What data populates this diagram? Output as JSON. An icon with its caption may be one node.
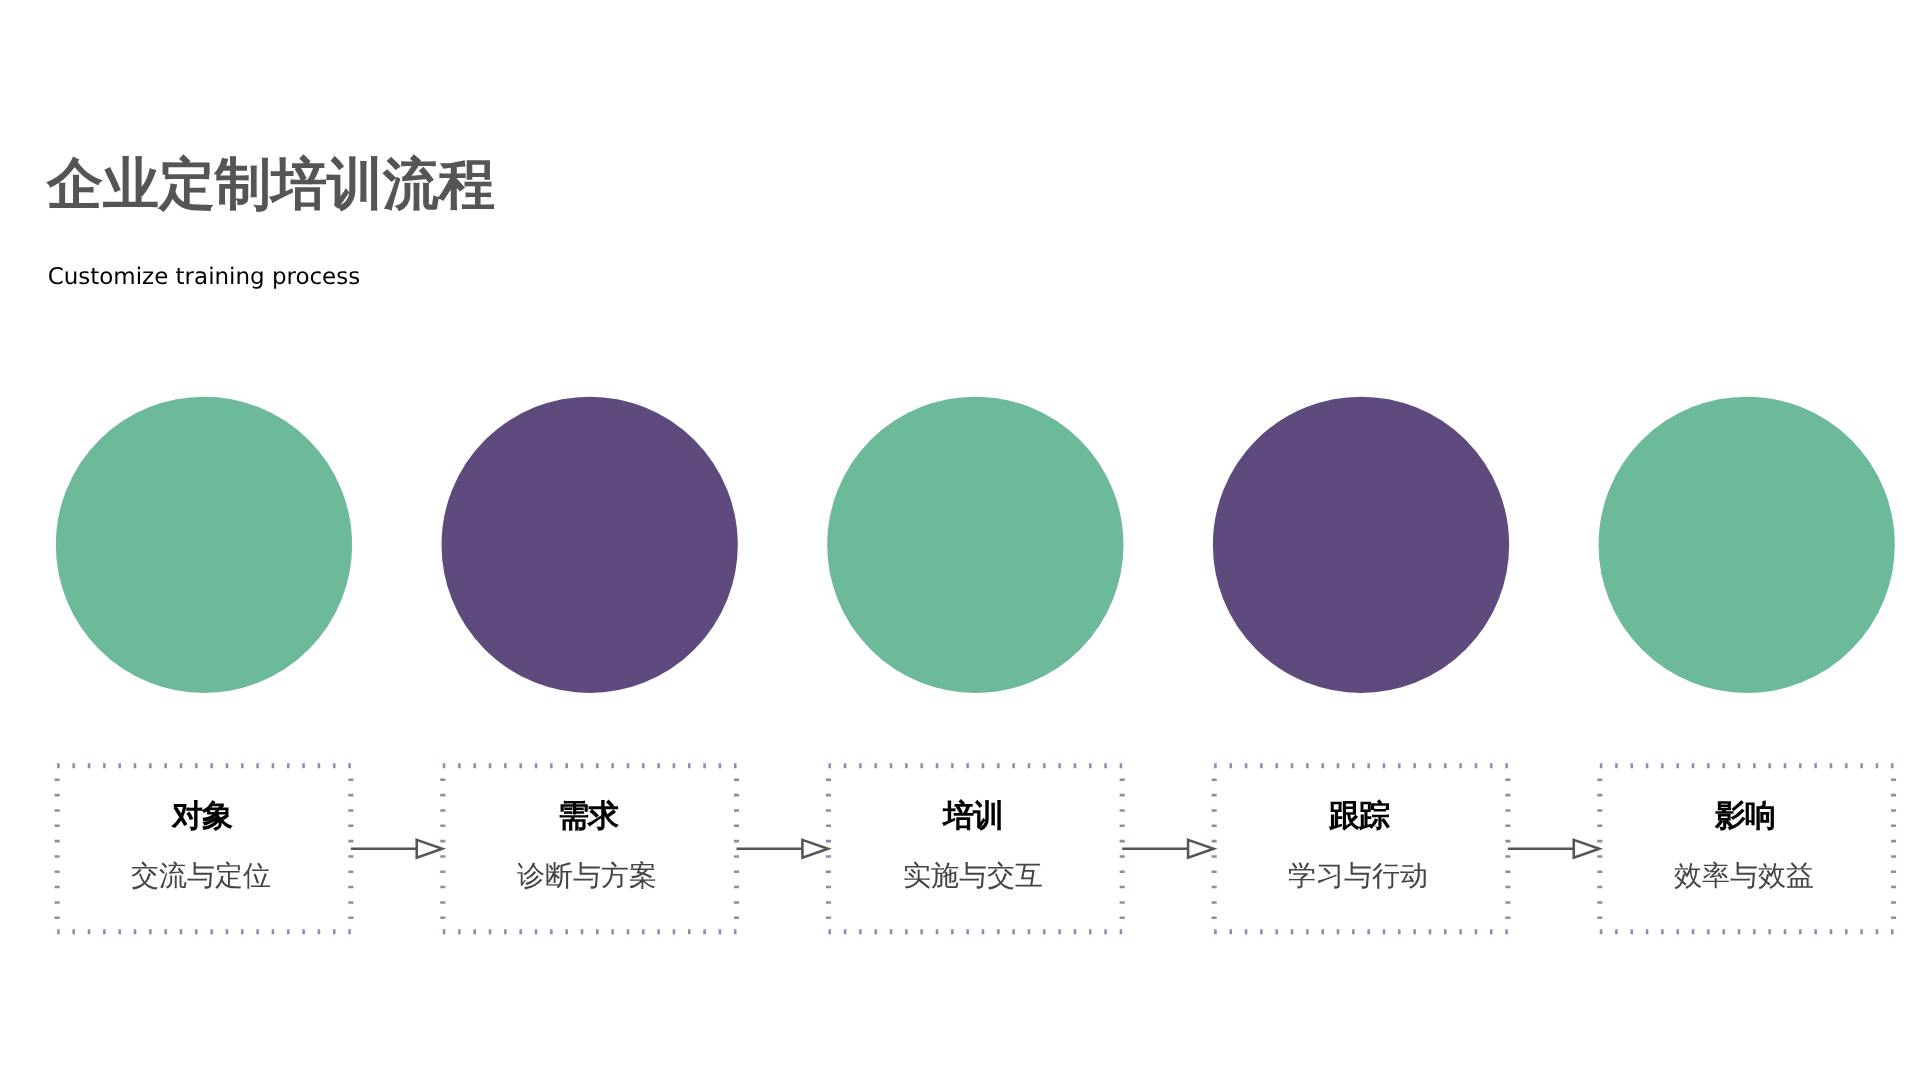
{
  "diagram": {
    "title": "企业定制培训流程",
    "nodes": [
      {
        "text": [],
        "shape": "circle"
      },
      {
        "text": [],
        "shape": "circle"
      },
      {
        "text": [],
        "shape": "circle"
      },
      {
        "text": [],
        "shape": "circle"
      },
      {
        "text": [],
        "shape": "circle"
      },
      {
        "text": [
          "对象",
          "交流与定位"
        ]
      },
      {
        "text": [
          "需求",
          "诊断与方案"
        ]
      },
      {
        "text": [
          "培训",
          "实施与交互"
        ]
      },
      {
        "text": [
          "跟踪",
          "学习与行动"
        ]
      },
      {
        "text": [
          "影响",
          "效率与效益"
        ]
      }
    ],
    "edges": [
      {
        "from": 5,
        "to": 6,
        "arrow": "to"
      },
      {
        "from": 6,
        "to": 7,
        "arrow": "to"
      },
      {
        "from": 7,
        "to": 8,
        "arrow": "to"
      },
      {
        "from": 8,
        "to": 9,
        "arrow": "to"
      }
    ],
    "labels": [
      "Customize training process"
    ]
  }
}
